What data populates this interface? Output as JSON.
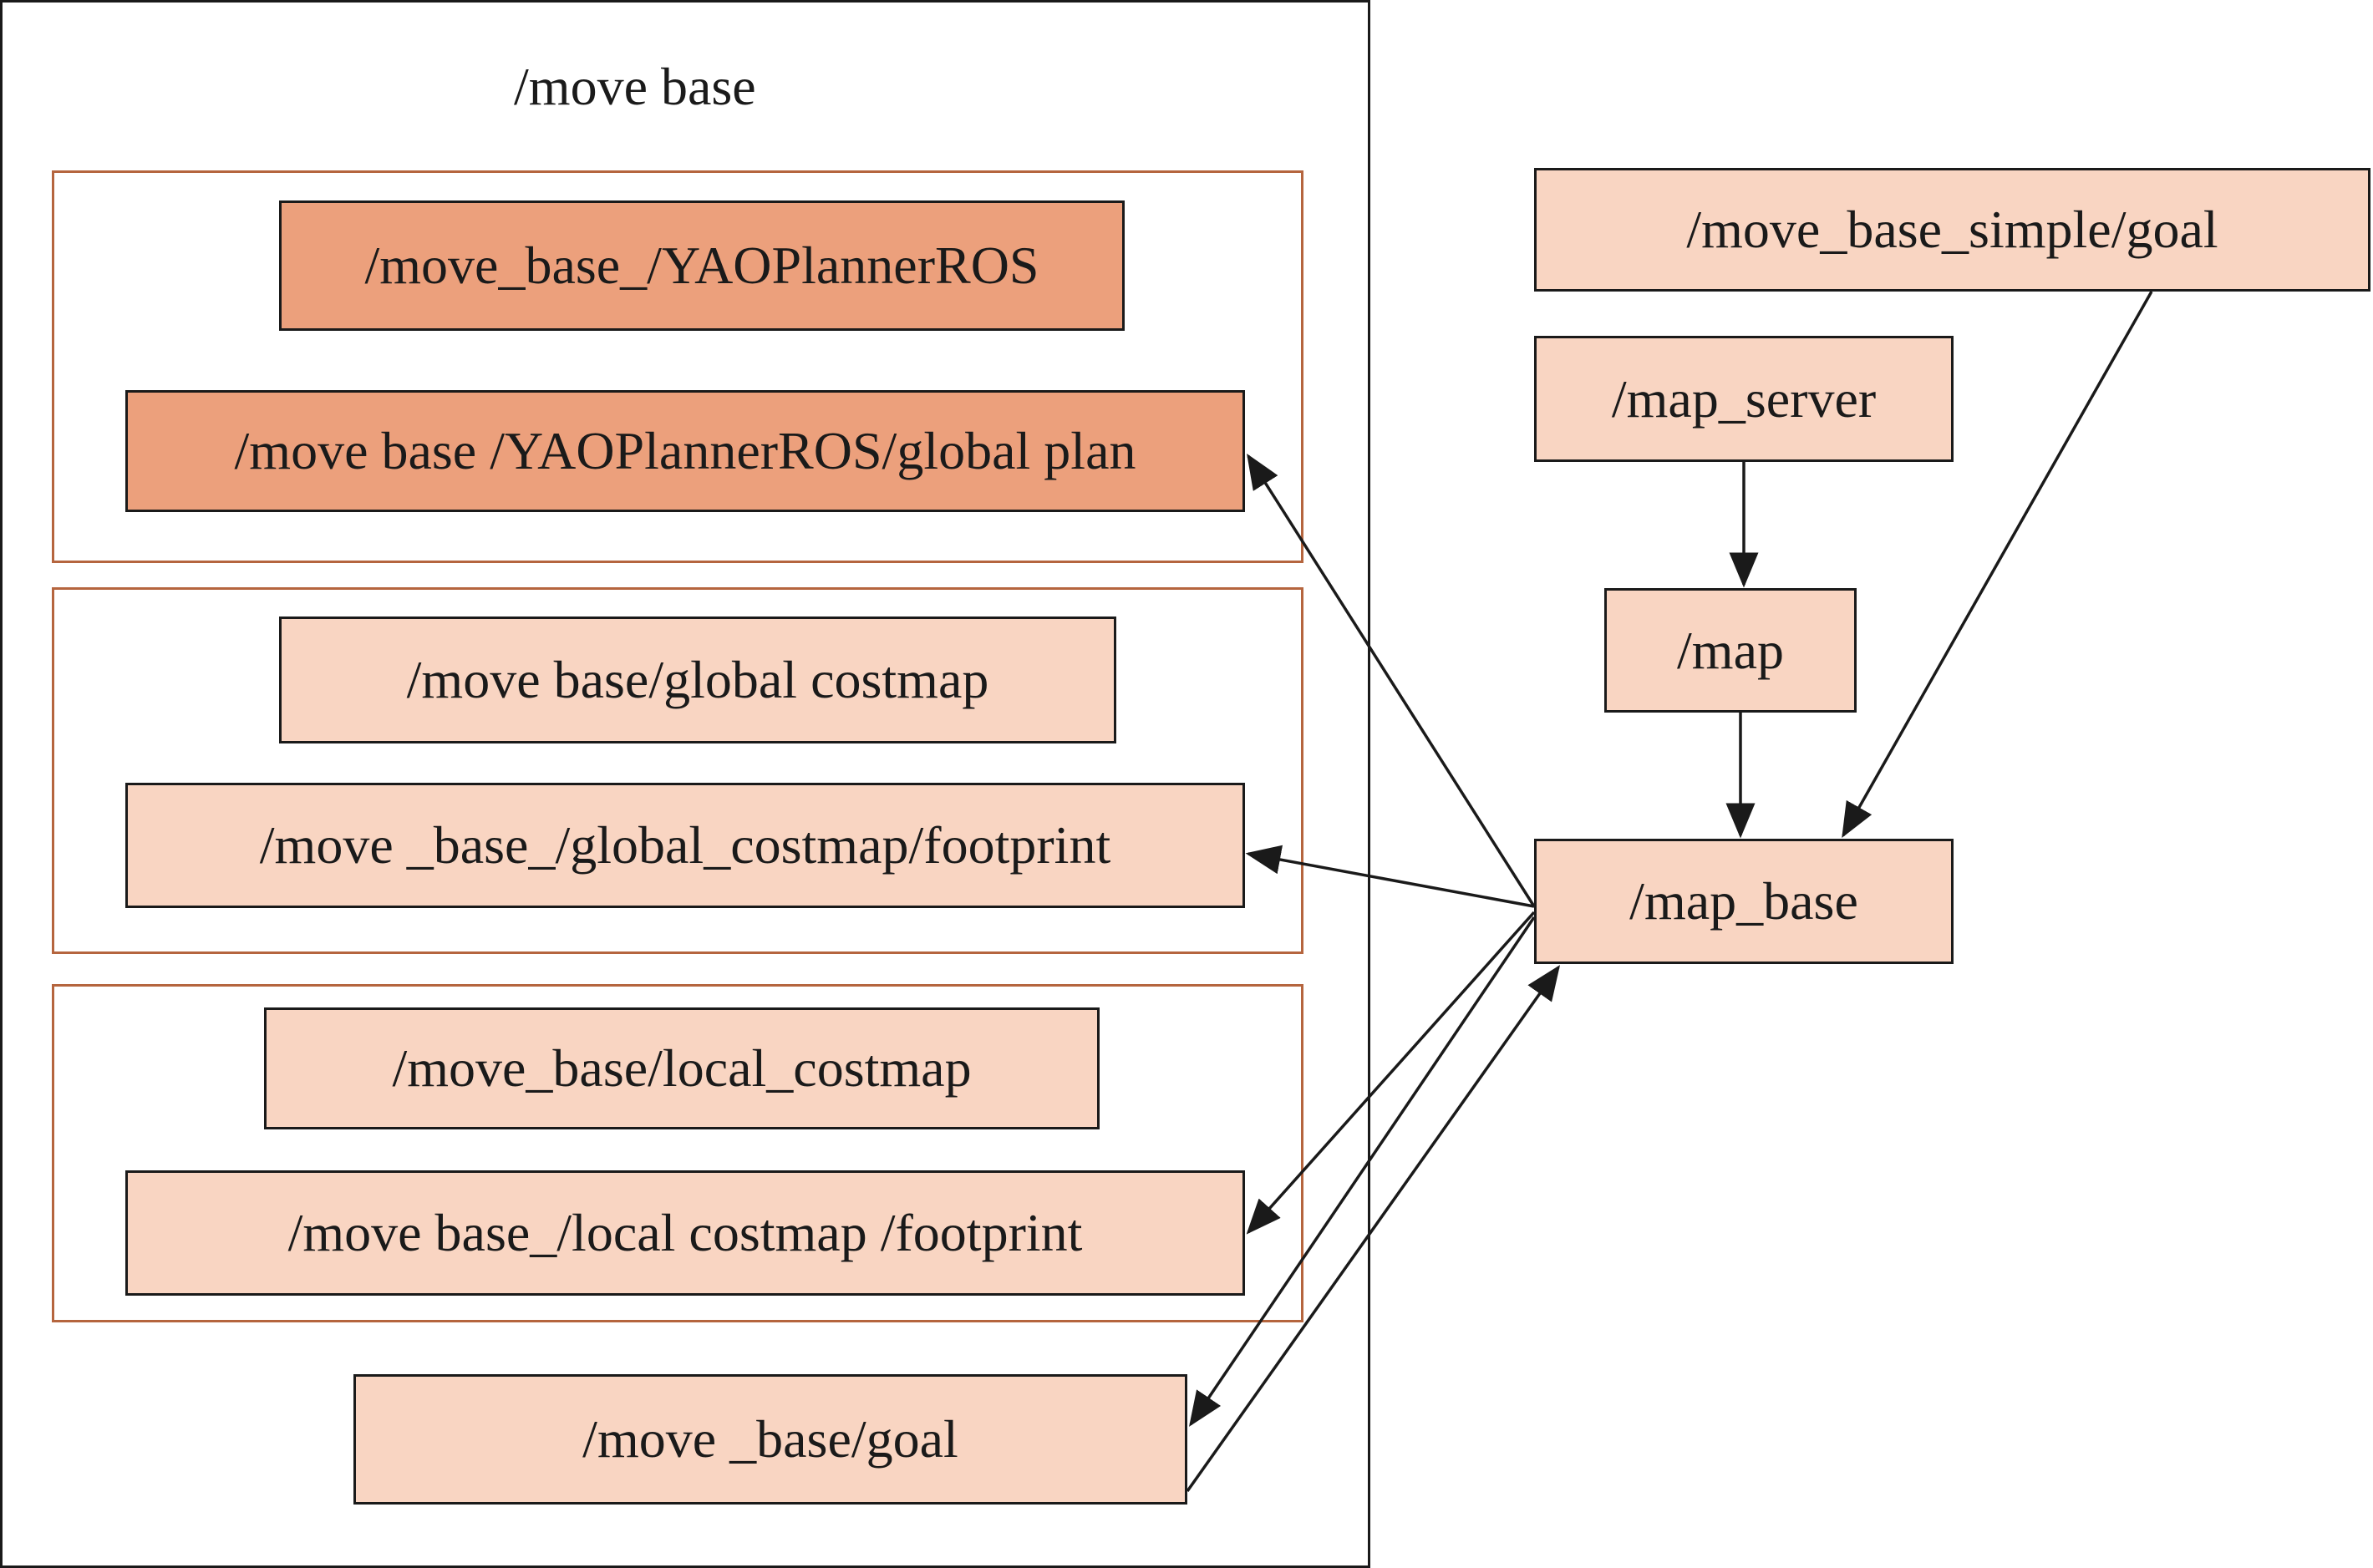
{
  "container": {
    "title": "/move base"
  },
  "groups": [
    {
      "nodes": [
        {
          "label": "/move_base_/YAOPlannerROS"
        },
        {
          "label": "/move base /YAOPlannerROS/global plan"
        }
      ]
    },
    {
      "nodes": [
        {
          "label": "/move base/global costmap"
        },
        {
          "label": "/move _base_/global_costmap/footprint"
        }
      ]
    },
    {
      "nodes": [
        {
          "label": "/move_base/local_costmap"
        },
        {
          "label": "/move base_/local costmap /footprint"
        }
      ]
    }
  ],
  "standalone": {
    "goal": {
      "label": "/move _base/goal"
    }
  },
  "external": {
    "simple_goal": {
      "label": "/move_base_simple/goal"
    },
    "map_server": {
      "label": "/map_server"
    },
    "map": {
      "label": "/map"
    },
    "map_base": {
      "label": "/map_base"
    }
  },
  "edges": [
    {
      "from": "/map_server",
      "to": "/map"
    },
    {
      "from": "/map",
      "to": "/map_base"
    },
    {
      "from": "/move_base_simple/goal",
      "to": "/map_base"
    },
    {
      "from": "/map_base",
      "to": "/move base /YAOPlannerROS/global plan"
    },
    {
      "from": "/map_base",
      "to": "/move _base_/global_costmap/footprint"
    },
    {
      "from": "/map_base",
      "to": "/move base_/local costmap /footprint"
    },
    {
      "from": "/map_base",
      "to": "/move _base/goal"
    },
    {
      "from": "/move _base/goal",
      "to": "/map_base"
    }
  ],
  "colors": {
    "node_light": "#f9d5c2",
    "node_dark": "#eca07c",
    "group_border": "#b5653e",
    "line": "#1a1a1a"
  }
}
